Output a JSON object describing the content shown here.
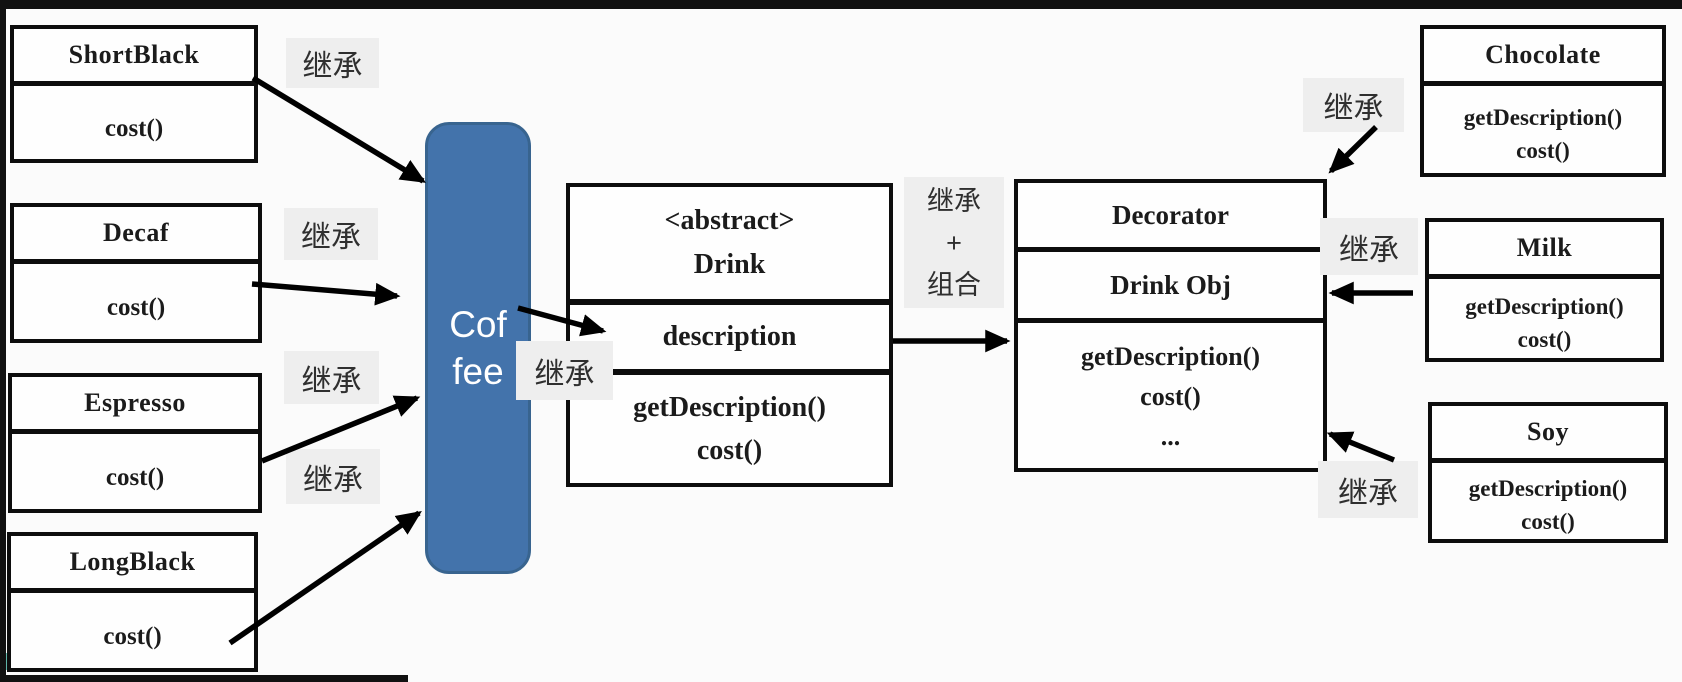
{
  "coffee": {
    "line1": "Cof",
    "line2": "fee"
  },
  "labels": {
    "inherit": "继承",
    "combo": {
      "l1": "继承",
      "l2": "+",
      "l3": "组合"
    }
  },
  "classes": {
    "short_black": {
      "title": "ShortBlack",
      "method": "cost()"
    },
    "decaf": {
      "title": "Decaf",
      "method": "cost()"
    },
    "espresso": {
      "title": "Espresso",
      "method": "cost()"
    },
    "long_black": {
      "title": "LongBlack",
      "method": "cost()"
    },
    "drink": {
      "stereotype": "<abstract>",
      "title": "Drink",
      "attribute": "description",
      "methods": [
        "getDescription()",
        "cost()"
      ]
    },
    "decorator": {
      "title": "Decorator",
      "attribute": "Drink Obj",
      "methods": [
        "getDescription()",
        "cost()",
        "..."
      ]
    },
    "chocolate": {
      "title": "Chocolate",
      "methods": [
        "getDescription()",
        "cost()"
      ]
    },
    "milk": {
      "title": "Milk",
      "methods": [
        "getDescription()",
        "cost()"
      ]
    },
    "soy": {
      "title": "Soy",
      "methods": [
        "getDescription()",
        "cost()"
      ]
    }
  },
  "colors": {
    "coffee_fill": "#4373ab",
    "coffee_border": "#38648f",
    "label_bg": "#eeeeee",
    "box_border": "#0d0d0d",
    "arrow": "#000000"
  }
}
